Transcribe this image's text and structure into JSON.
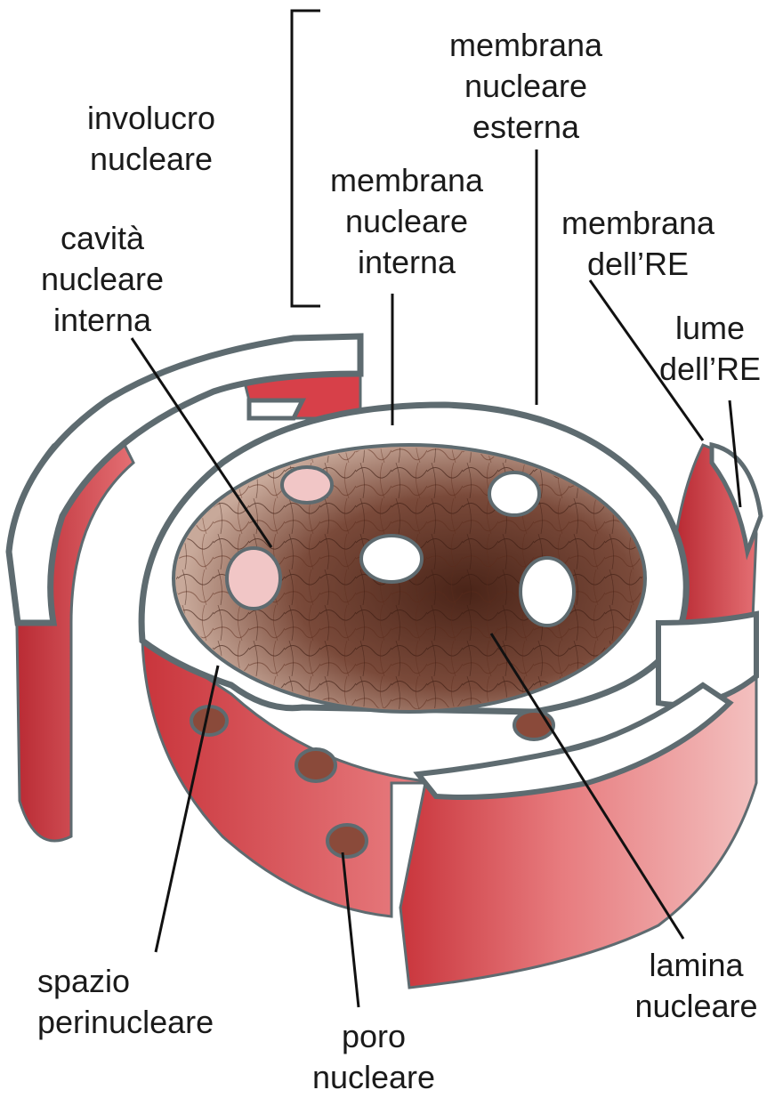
{
  "labels": {
    "involucro": [
      "involucro",
      "nucleare"
    ],
    "membrana_esterna": [
      "membrana",
      "nucleare",
      "esterna"
    ],
    "membrana_interna": [
      "membrana",
      "nucleare",
      "interna"
    ],
    "membrana_re": [
      "membrana",
      "dell’RE"
    ],
    "lume_re": [
      "lume",
      "dell’RE"
    ],
    "cavita": [
      "cavità",
      "nucleare",
      "interna"
    ],
    "spazio": [
      "spazio",
      "perinucleare"
    ],
    "poro": [
      "poro",
      "nucleare"
    ],
    "lamina": [
      "lamina",
      "nucleare"
    ]
  },
  "colors": {
    "membrane_fill": "#d9484f",
    "membrane_light": "#f2b4b4",
    "lumen": "#ffffff",
    "outline": "#5e6b70",
    "lamina_dark": "#4a2418",
    "lamina_light": "#c8a99a",
    "leader_line": "#111111"
  }
}
